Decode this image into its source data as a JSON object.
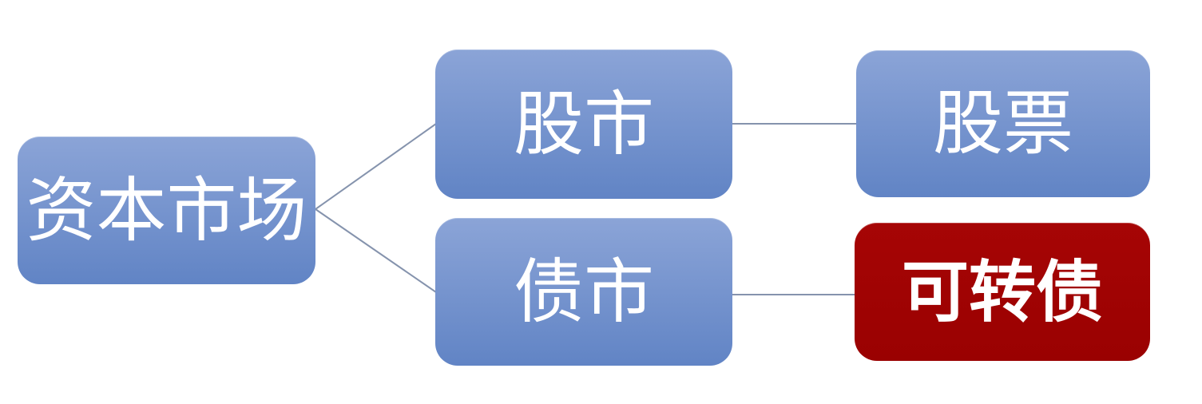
{
  "colors": {
    "background": "#FFFFFF",
    "node_blue_top": "#8BA4D7",
    "node_blue_bottom": "#6184C5",
    "node_red_top": "#A60505",
    "node_red_bottom": "#9A0101",
    "connector": "#8593AD",
    "node_text": "#FFFFFF"
  },
  "diagram": {
    "type": "hierarchy",
    "nodes": {
      "capital_market": {
        "label": "资本市场",
        "level": 1,
        "style": "blue"
      },
      "stock_market": {
        "label": "股市",
        "level": 2,
        "style": "blue"
      },
      "bond_market": {
        "label": "债市",
        "level": 2,
        "style": "blue"
      },
      "stock": {
        "label": "股票",
        "level": 3,
        "style": "blue"
      },
      "convertible_bond": {
        "label": "可转债",
        "level": 3,
        "style": "red",
        "emphasis": true
      }
    },
    "edges": [
      {
        "from": "capital_market",
        "to": "stock_market"
      },
      {
        "from": "capital_market",
        "to": "bond_market"
      },
      {
        "from": "stock_market",
        "to": "stock"
      },
      {
        "from": "bond_market",
        "to": "convertible_bond"
      }
    ]
  }
}
